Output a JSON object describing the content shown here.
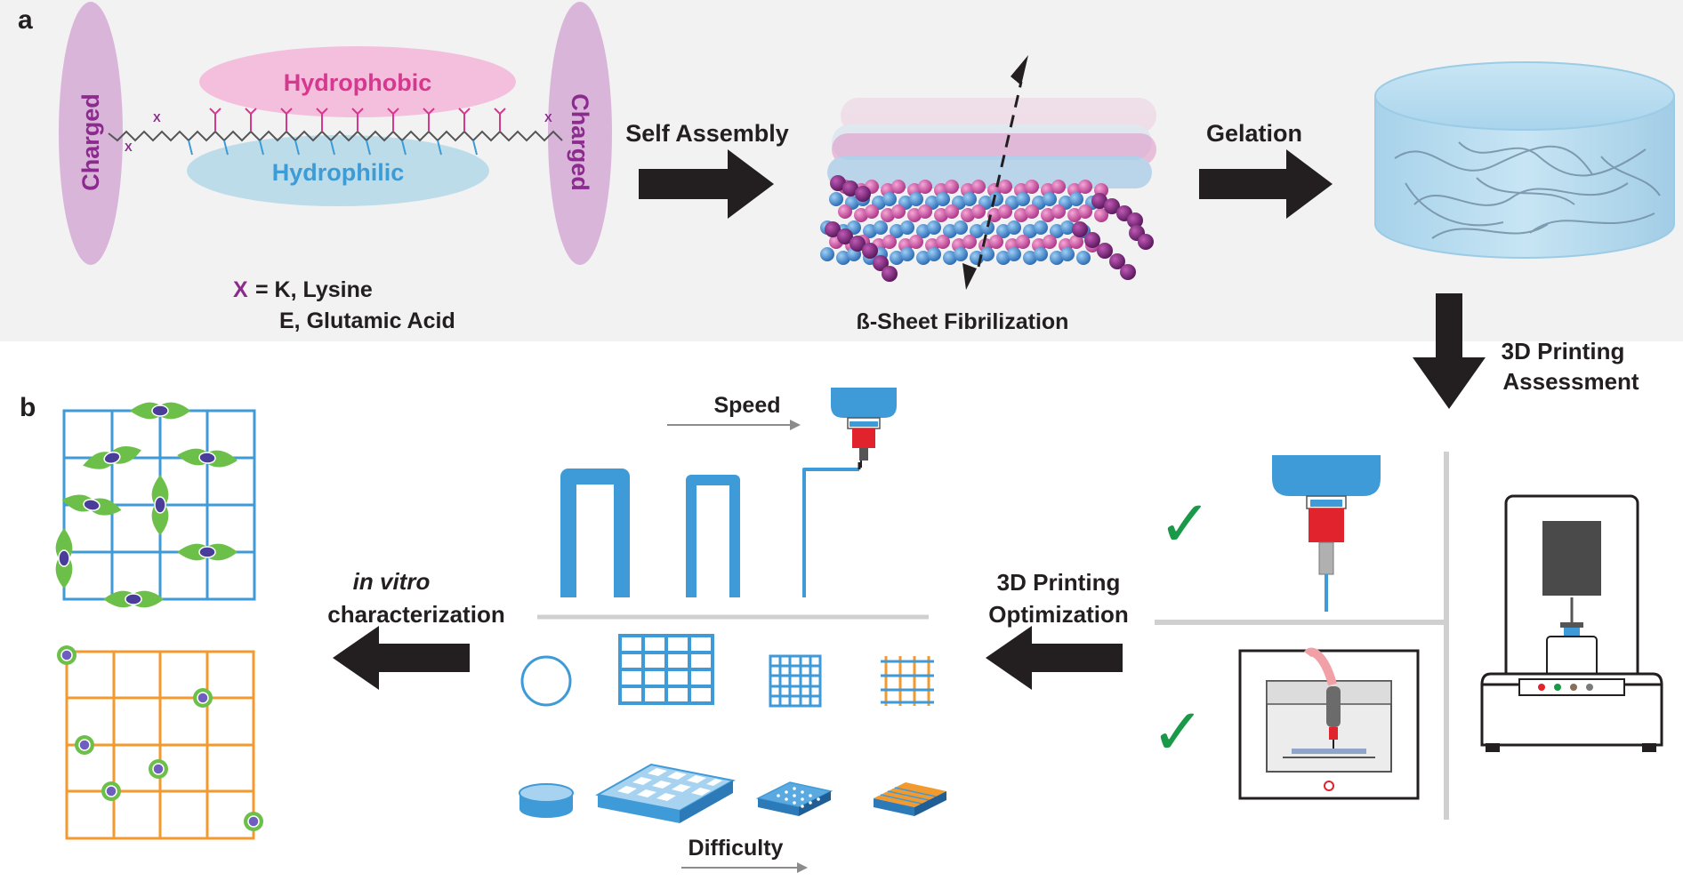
{
  "panel_a": {
    "letter": "a",
    "charged_left": "Charged",
    "charged_right": "Charged",
    "hydrophobic": "Hydrophobic",
    "hydrophilic": "Hydrophilic",
    "x_symbol": "X",
    "x_definition_line1": "= K, Lysine",
    "x_definition_line2": "E, Glutamic Acid",
    "self_assembly": "Self Assembly",
    "beta_sheet": "ß-Sheet Fibrilization",
    "gelation": "Gelation",
    "backbone_x": "X"
  },
  "panel_b": {
    "letter": "b",
    "printing_assessment_line1": "3D Printing",
    "printing_assessment_line2": "Assessment",
    "printing_optimization_line1": "3D Printing",
    "printing_optimization_line2": "Optimization",
    "in_vitro_italic": "in vitro",
    "characterization": "characterization",
    "speed": "Speed",
    "difficulty": "Difficulty",
    "check_mark": "✓"
  },
  "colors": {
    "charged": "#d8b4d8",
    "charged_text": "#8c2b8e",
    "hydrophobic": "#f2b8d9",
    "hydrophobic_text": "#d6378f",
    "hydrophilic": "#b9dbe9",
    "hydrophilic_text": "#3d9bd5",
    "print_blue": "#3f9ad8",
    "scaffold_orange": "#f39a2f",
    "cell_green": "#6cc04a",
    "check_green": "#1a9a49",
    "arrow": "#231f20",
    "panel_a_bg": "#f2f2f2"
  }
}
